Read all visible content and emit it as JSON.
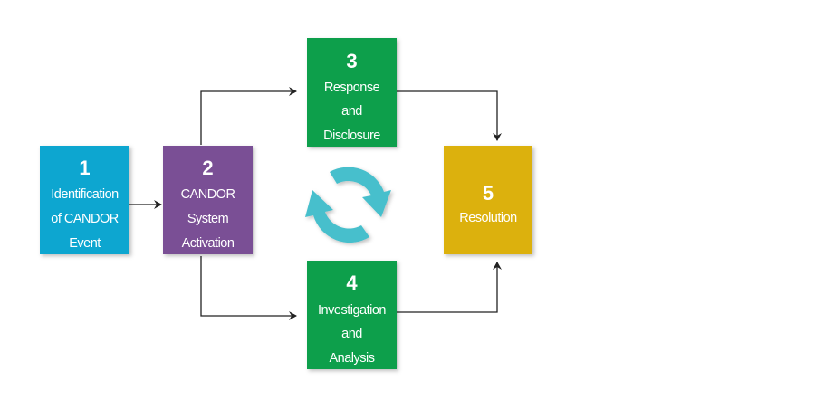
{
  "steps": [
    {
      "number": "1",
      "lines": [
        "Identification",
        "of CANDOR",
        "Event"
      ],
      "color": "#0aa6d0"
    },
    {
      "number": "2",
      "lines": [
        "CANDOR",
        "System",
        "Activation"
      ],
      "color": "#7a4f95"
    },
    {
      "number": "3",
      "lines": [
        "Response",
        "and",
        "Disclosure"
      ],
      "color": "#0b9f4b"
    },
    {
      "number": "4",
      "lines": [
        "Investigation",
        "and",
        "Analysis"
      ],
      "color": "#0b9f4b"
    },
    {
      "number": "5",
      "lines": [
        "Resolution"
      ],
      "color": "#dcb10f"
    }
  ],
  "cycle_icon": {
    "name": "refresh-cycle-icon",
    "color": "#46bfcc"
  },
  "connector_color": "#222222"
}
